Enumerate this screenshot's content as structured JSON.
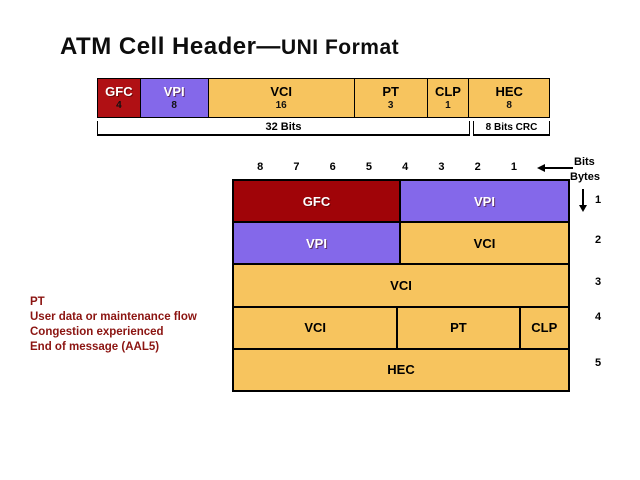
{
  "title": {
    "main": "ATM Cell Header—",
    "sub": "UNI Format"
  },
  "colors": {
    "field_red": "#b01014",
    "grid_red": "#a00408",
    "purple": "#8468ea",
    "tan": "#f7c45e",
    "annotation_red": "#8b1411"
  },
  "header_bar": {
    "fields": [
      {
        "label": "GFC",
        "bits": "4"
      },
      {
        "label": "VPI",
        "bits": "8"
      },
      {
        "label": "VCI",
        "bits": "16"
      },
      {
        "label": "PT",
        "bits": "3"
      },
      {
        "label": "CLP",
        "bits": "1"
      },
      {
        "label": "HEC",
        "bits": "8"
      }
    ],
    "bracket_left": "32 Bits",
    "bracket_right": "8 Bits CRC"
  },
  "byte_grid": {
    "bits_label": "Bits",
    "bytes_label": "Bytes",
    "bit_labels": [
      "8",
      "7",
      "6",
      "5",
      "4",
      "3",
      "2",
      "1"
    ],
    "rows": [
      {
        "byte": "1",
        "cells": [
          {
            "label": "GFC"
          },
          {
            "label": "VPI"
          }
        ]
      },
      {
        "byte": "2",
        "cells": [
          {
            "label": "VPI"
          },
          {
            "label": "VCI"
          }
        ]
      },
      {
        "byte": "3",
        "cells": [
          {
            "label": "VCI"
          }
        ]
      },
      {
        "byte": "4",
        "cells": [
          {
            "label": "VCI"
          },
          {
            "label": "PT"
          },
          {
            "label": "CLP"
          }
        ]
      },
      {
        "byte": "5",
        "cells": [
          {
            "label": "HEC"
          }
        ]
      }
    ]
  },
  "annotations": {
    "lines": [
      "PT",
      "User data or maintenance flow",
      "Congestion experienced",
      "End of message (AAL5)"
    ]
  }
}
